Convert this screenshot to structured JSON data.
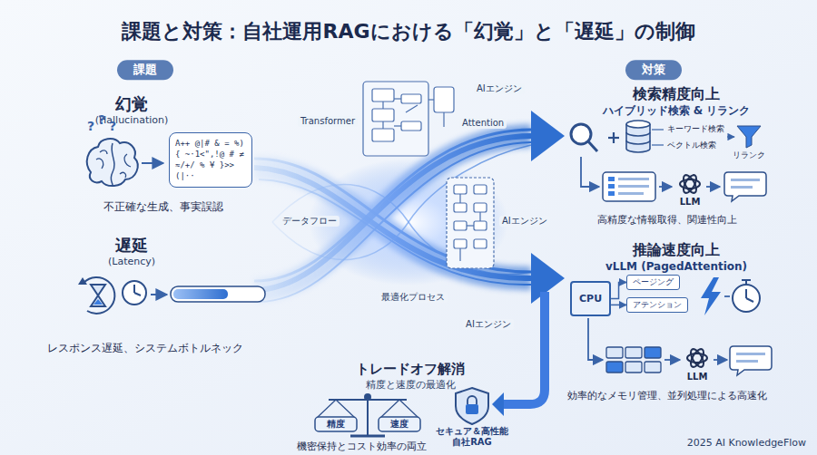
{
  "diagram": {
    "title": "課題と対策：自社運用RAGにおける「幻覚」と「遅延」の制御",
    "nodes": [
      {
        "text": [
          "課題"
        ]
      },
      {
        "text": [
          "対策"
        ]
      },
      {
        "text": [
          "A++ @|# & = %) { ~·1<\",!@ # ≠ ≈/+/ % ¥ }>> (|··"
        ]
      },
      {
        "text": [
          "CPU"
        ]
      },
      {
        "text": [
          "ページング"
        ]
      },
      {
        "text": [
          "アテンション"
        ]
      }
    ],
    "edges": [
      {
        "from": 3,
        "to": 4,
        "arrow": "to"
      },
      {
        "from": 3,
        "to": 5,
        "arrow": "to"
      }
    ],
    "labels": [
      "幻覚",
      "(Hallucination)",
      "?",
      "?",
      "?",
      "不正確な生成、事実誤認",
      "遅延",
      "(Latency)",
      "レスポンス遅延、システムボトルネック",
      "Transformer",
      "AIエンジン",
      "Attention",
      "データフロー",
      "AIエンジン",
      "最適化プロセス",
      "AIエンジン",
      "トレードオフ解消",
      "精度と速度の最適化",
      "精度",
      "速度",
      "セキュア＆高性能 自社RAG",
      "機密保持とコスト効率の両立",
      "検索精度向上",
      "ハイブリッド検索 & リランク",
      "キーワード検索",
      "ベクトル検索",
      "リランク",
      "LLM",
      "高精度な情報取得、関連性向上",
      "推論速度向上",
      "vLLM (PagedAttention)",
      "LLM",
      "効率的なメモリ管理、並列処理による高速化",
      "2025 AI KnowledgeFlow"
    ]
  }
}
